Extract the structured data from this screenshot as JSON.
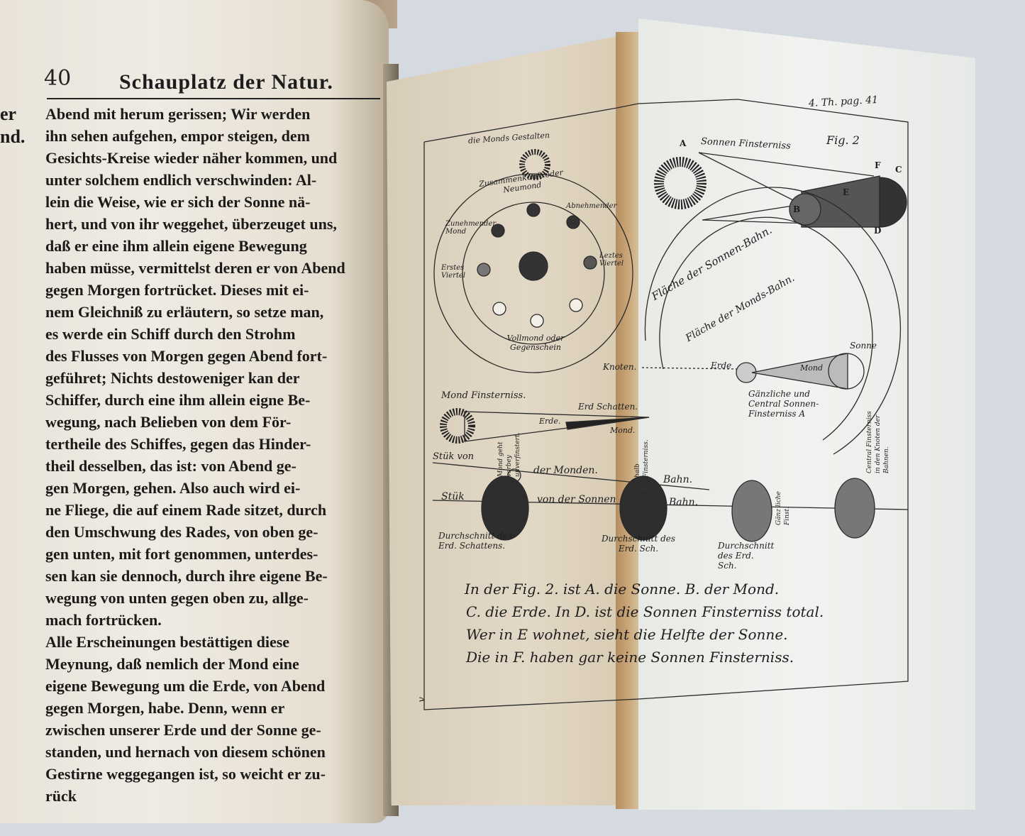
{
  "left_page": {
    "page_number": "40",
    "running_head": "Schauplatz der Natur.",
    "margin_fragments": [
      "er",
      "nd."
    ],
    "lines": [
      "Abend mit herum gerissen; Wir werden",
      "ihn sehen aufgehen, empor steigen, dem",
      "Gesichts-Kreise wieder näher kommen, und",
      "unter solchem endlich verschwinden: Al-",
      "lein die Weise, wie er sich der Sonne nä-",
      "hert, und von ihr weggehet, überzeuget uns,",
      "daß er eine ihm allein eigene Bewegung",
      "haben müsse, vermittelst deren er von Abend",
      "gegen Morgen fortrücket. Dieses mit ei-",
      "nem Gleichniß zu erläutern, so setze man,",
      "es werde ein Schiff durch den Strohm",
      "des Flusses von Morgen gegen Abend fort-",
      "geführet; Nichts destoweniger kan der",
      "Schiffer, durch eine ihm allein eigne Be-",
      "wegung, nach Belieben von dem För-",
      "tertheile des Schiffes, gegen das Hinder-",
      "theil desselben, das ist: von Abend ge-",
      "gen Morgen, gehen. Also auch wird ei-",
      "ne Fliege, die auf einem Rade sitzet, durch",
      "den Umschwung des Rades, von oben ge-",
      "gen unten, mit fort genommen, unterdes-",
      "sen kan sie dennoch, durch ihre eigene Be-",
      "wegung von unten gegen oben zu, allge-",
      "mach fortrücken.",
      "    Alle Erscheinungen bestättigen diese",
      "Meynung, daß nemlich der Mond eine",
      "eigene Bewegung um die Erde, von Abend",
      "gegen Morgen, habe. Denn, wenn er",
      "zwischen unserer Erde und der Sonne ge-",
      "standen, und hernach von diesem schönen",
      "Gestirne weggegangen ist, so weicht er zu-",
      "rück"
    ]
  },
  "plate": {
    "plate_ref": "4. Th. pag. 41",
    "fig_label": "Fig. 2",
    "corner_mark": "v",
    "moon_phases": {
      "title": "die Monds Gestalten",
      "new_moon": "Zusammenkunft oder Neumond",
      "waxing": "Zunehmender Mond",
      "waning": "Abnehmender",
      "first_quarter": "Erstes Viertel",
      "last_quarter": "Leztes Viertel",
      "full_moon": "Vollmond oder Gegenschein"
    },
    "solar_eclipse": {
      "title": "Sonnen Finsterniss",
      "points": [
        "A",
        "B",
        "C",
        "D",
        "E",
        "F"
      ]
    },
    "orbits": {
      "sun_plane": "Fläche der Sonnen-Bahn.",
      "moon_plane": "Fläche der Monds-Bahn.",
      "node": "Knoten.",
      "earth": "Erde",
      "moon": "Mond",
      "sun": "Sonne",
      "total_eclipse": "Gänzliche und Central Sonnen-Finsterniss A"
    },
    "lunar_eclipse": {
      "title": "Mond Finsterniss.",
      "earth": "Erde.",
      "earth_shadow": "Erd Schatten.",
      "moon": "Mond."
    },
    "paths": {
      "moon_path_a": "Stük von",
      "moon_path_b": "der Monden.",
      "moon_path_c": "Bahn.",
      "sun_path_a": "Stük",
      "sun_path_b": "von der Sonnen",
      "sun_path_c": "Bahn.",
      "passes_by": "Mond geht vorbey unverfinstert.",
      "half_eclipse": "halb Finsterniss.",
      "total_short": "Gänz liche Finst.",
      "central_nodes": "Central Finsterniss in den Knoten der Bahnen."
    },
    "sections": [
      "Durchschnitt des Erd. Schattens.",
      "Durchschnitt des Erd. Sch.",
      "Durchschnitt des Erd. Sch."
    ],
    "caption": [
      "In der Fig. 2. ist A. die Sonne. B. der Mond.",
      "C. die Erde. In D. ist die Sonnen Finsterniss total.",
      "Wer in E wohnet, sieht die Helfte der Sonne.",
      "Die in F. haben gar keine Sonnen Finsterniss."
    ]
  }
}
